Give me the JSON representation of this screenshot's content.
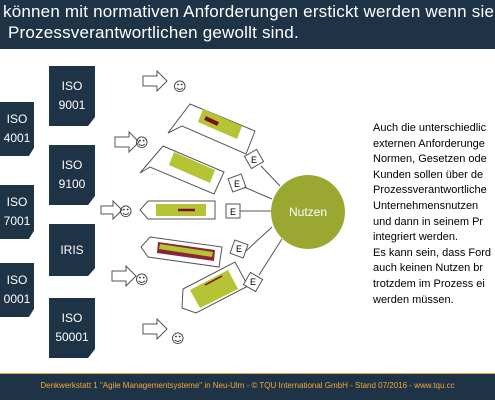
{
  "header": {
    "line1": "können mit normativen Anforderungen erstickt werden wenn sie nicht",
    "line2": "Prozessverantwortlichen gewollt sind."
  },
  "boxes_left": [
    {
      "label": "ISO\n4001"
    },
    {
      "label": "ISO\n7001"
    },
    {
      "label": "ISO\n0001"
    }
  ],
  "boxes_mid": [
    {
      "label": "ISO\n9001"
    },
    {
      "label": "ISO\n9100"
    },
    {
      "label": "IRIS"
    },
    {
      "label": "ISO\n50001"
    }
  ],
  "e_label": "E",
  "smiley": "☺",
  "center_circle": {
    "label": "Nutzen",
    "color": "#9aa832"
  },
  "right_text": {
    "para1": [
      "Auch die unterschiedlic",
      "externen Anforderunge",
      "Normen, Gesetzen ode",
      "Kunden sollen über de",
      "Prozessverantwortliche",
      "Unternehmensnutzen",
      "und dann in seinem Pr",
      "integriert werden."
    ],
    "para2": [
      "Es kann sein, dass Ford",
      "auch keinen Nutzen br",
      "trotzdem im Prozess ei",
      "werden müssen."
    ]
  },
  "footer": {
    "text": "Denkwerkstatt 1 \"Agile Managementsysteme\" in Neu-Ulm  -  © TQU International GmbH - Stand 07/2016  -  www.tqu.cc"
  },
  "colors": {
    "navy": "#1f3347",
    "green": "#b5c334",
    "dark_red": "#7a0f20",
    "orange": "#f0a742"
  }
}
